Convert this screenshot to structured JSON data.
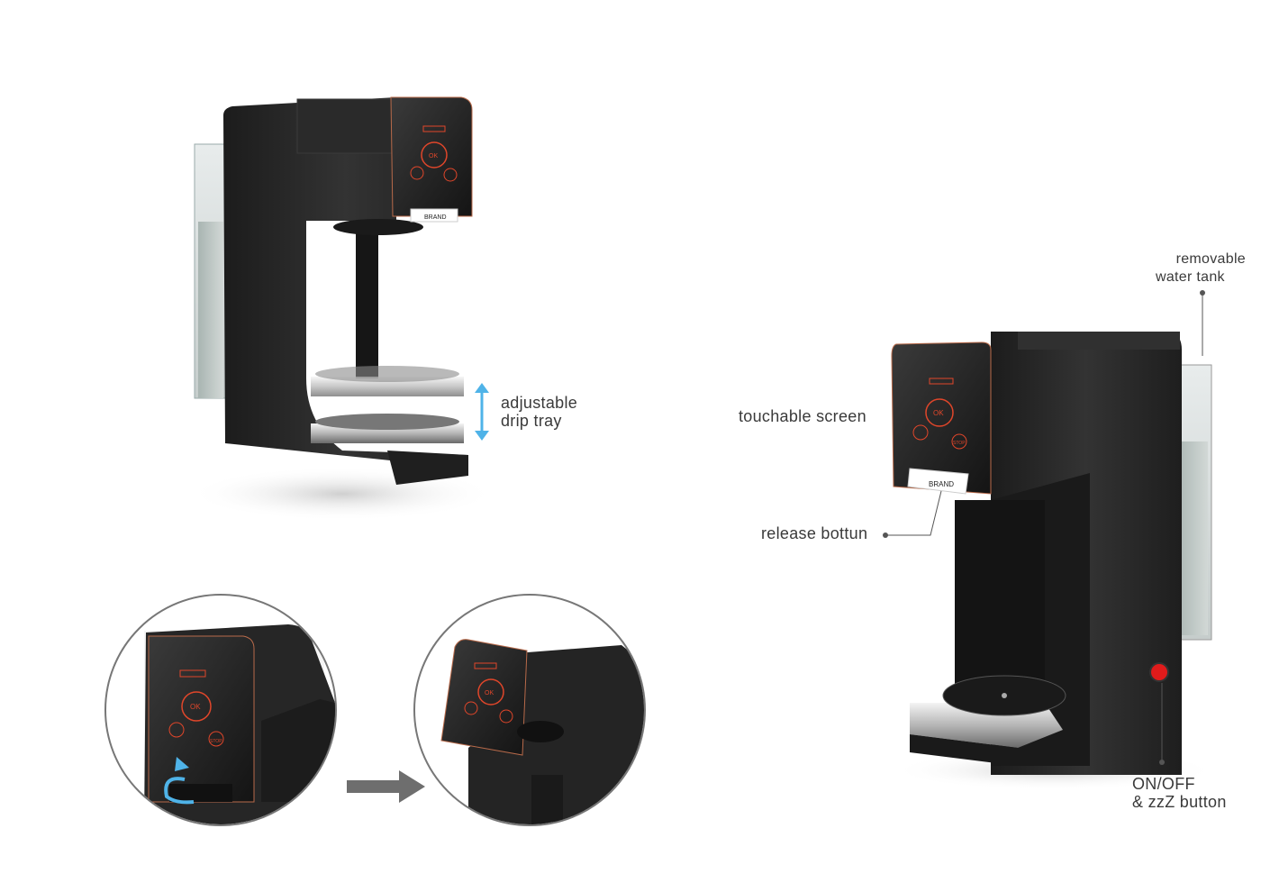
{
  "labels": {
    "adjustable_1": "adjustable",
    "adjustable_2": "drip tray",
    "touchable_screen": "touchable screen",
    "release_button": "release bottun",
    "water_tank_1": "removable",
    "water_tank_2": "water tank",
    "onoff_1": "ON/OFF",
    "onoff_2": "& zzZ button"
  },
  "screen": {
    "ok": "OK",
    "stop": "STOP",
    "brand": "BRAND"
  },
  "colors": {
    "body": "#2b2b2b",
    "screen_led": "#e0462a",
    "arrow_blue": "#4fb3e8",
    "gray_arrow": "#6e6e6e",
    "power_red": "#e01b1b"
  }
}
